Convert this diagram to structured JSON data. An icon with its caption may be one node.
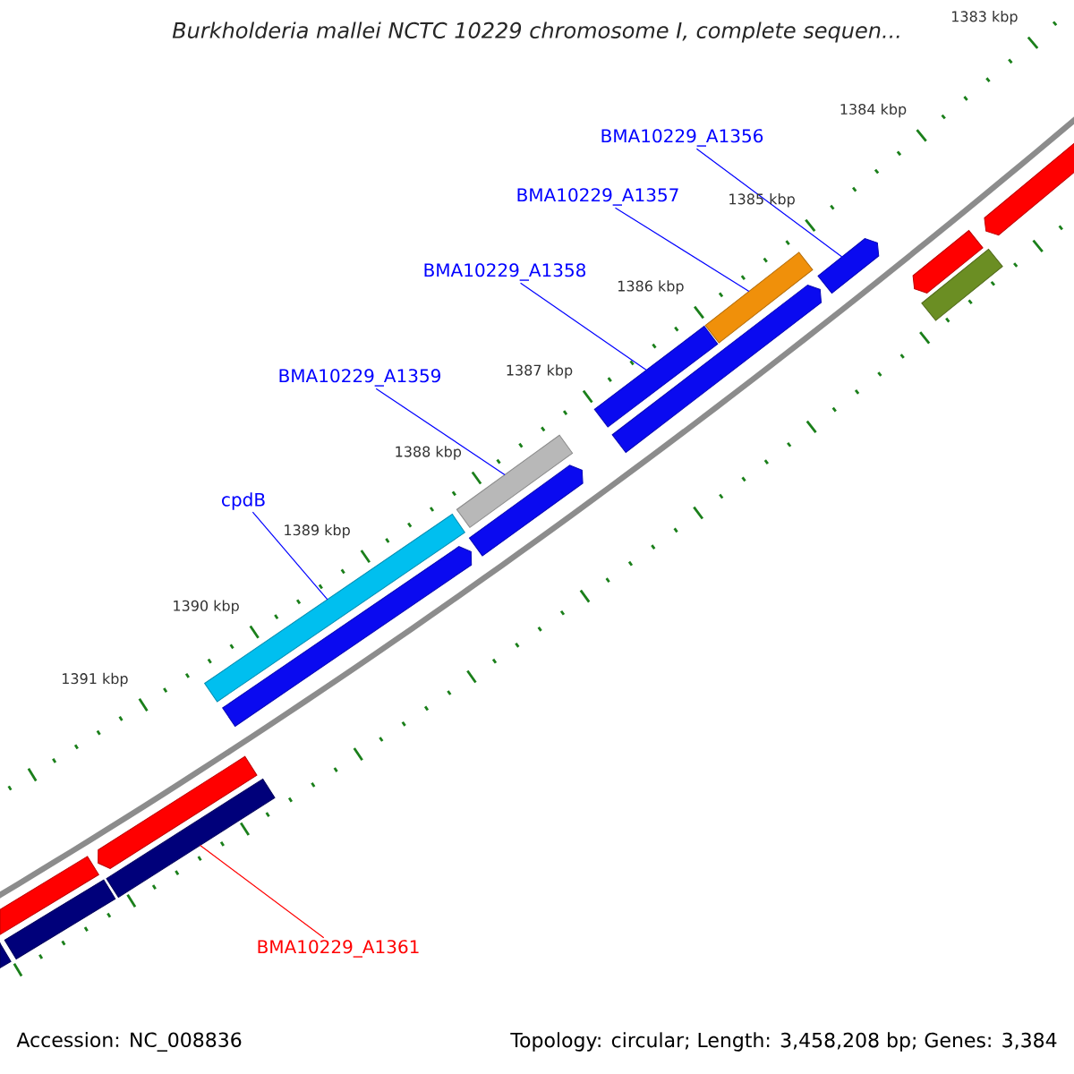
{
  "diagram": {
    "title": "Burkholderia mallei NCTC 10229 chromosome I, complete sequen...",
    "nodes": [
      {
        "text": [
          "BMA10229_A1356"
        ]
      },
      {
        "text": [
          "BMA10229_A1357"
        ]
      },
      {
        "text": [
          "BMA10229_A1358"
        ]
      },
      {
        "text": [
          "BMA10229_A1359"
        ]
      },
      {
        "text": [
          "cpdB"
        ]
      },
      {
        "text": [
          "BMA10229_A1361"
        ]
      },
      {
        "text": [],
        "shape": "bar"
      },
      {
        "text": [],
        "shape": "bar"
      },
      {
        "text": [],
        "shape": "bar"
      },
      {
        "text": [],
        "shape": "bar"
      },
      {
        "text": [],
        "shape": "bar"
      },
      {
        "text": [],
        "shape": "bar"
      },
      {
        "text": [],
        "shape": "bar"
      },
      {
        "text": [],
        "shape": "bar"
      },
      {
        "text": [],
        "shape": "bar"
      },
      {
        "text": [],
        "shape": "bar"
      },
      {
        "text": [],
        "shape": "bar"
      },
      {
        "text": [],
        "shape": "bar"
      },
      {
        "text": [],
        "shape": "bar"
      },
      {
        "text": [],
        "shape": "bar"
      },
      {
        "text": [],
        "shape": "bar"
      },
      {
        "text": [],
        "shape": "bar"
      }
    ],
    "edges": [
      {
        "from": 0,
        "to": 18,
        "arrow": "none"
      },
      {
        "from": 1,
        "to": 17,
        "arrow": "none"
      },
      {
        "from": 2,
        "to": 15,
        "arrow": "none"
      },
      {
        "from": 3,
        "to": 13,
        "arrow": "none"
      },
      {
        "from": 4,
        "to": 11,
        "arrow": "none"
      },
      {
        "from": 5,
        "to": 10,
        "arrow": "none",
        "color": "#ff0000"
      }
    ],
    "labels": [
      "1383 kbp",
      "1384 kbp",
      "1385 kbp",
      "1386 kbp",
      "1387 kbp",
      "1388 kbp",
      "1389 kbp",
      "1390 kbp",
      "1391 kbp",
      "Accession: NC_008836",
      "Topology: circular; Length: 3,458,208 bp; Genes: 3,384"
    ]
  }
}
